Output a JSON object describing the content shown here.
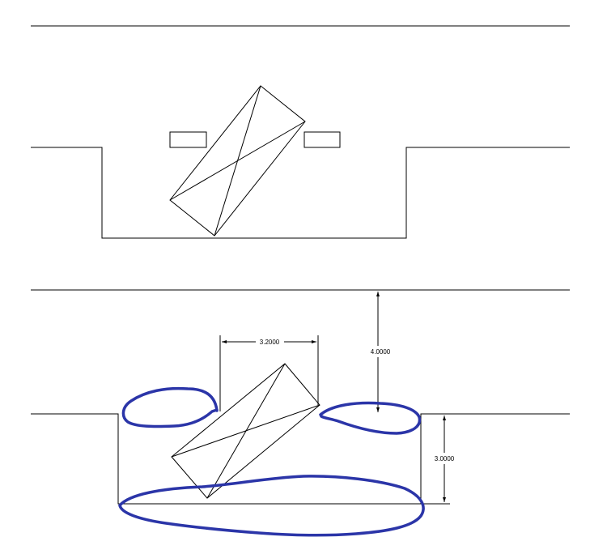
{
  "figure": {
    "top_panel": {
      "description_items": [
        "ground-line",
        "trench",
        "left-block",
        "right-block",
        "tilted-box"
      ]
    },
    "bottom_panel": {
      "dimensions": {
        "width_label": "3.2000",
        "height_above_label": "4.0000",
        "depth_label": "3.0000"
      }
    },
    "colors": {
      "line": "#000000",
      "markup": "#2b35a8",
      "background": "#ffffff"
    }
  }
}
